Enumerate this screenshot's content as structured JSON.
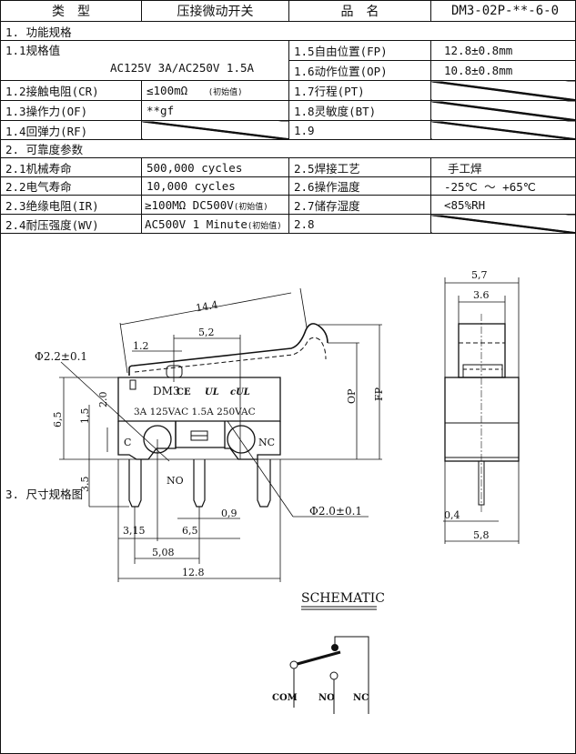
{
  "header": {
    "type_label": "类　型",
    "type_value": "压接微动开关",
    "name_label": "品　名",
    "name_value": "DM3-02P-**-6-0"
  },
  "section1": {
    "title": "1.  功能规格",
    "rating_label": "1.1规格值",
    "rating_value": "AC125V 3A/AC250V 1.5A",
    "fp_label": "1.5自由位置(FP)",
    "fp_value": "12.8±0.8mm",
    "op_label": "1.6动作位置(OP)",
    "op_value": "10.8±0.8mm",
    "cr_label": "1.2接触电阻(CR)",
    "cr_value": "≤100mΩ",
    "cr_note": "(初始值)",
    "pt_label": "1.7行程(PT)",
    "of_label": "1.3操作力(OF)",
    "of_value": "**gf",
    "bt_label": "1.8灵敏度(BT)",
    "rf_label": "1.4回弹力(RF)",
    "item19_label": "1.9"
  },
  "section2": {
    "title": "2.  可靠度参数",
    "mech_label": "2.1机械寿命",
    "mech_value": "500,000 cycles",
    "solder_label": "2.5焊接工艺",
    "solder_value": "手工焊",
    "elec_label": "2.2电气寿命",
    "elec_value": "10,000 cycles",
    "temp_label": "2.6操作温度",
    "temp_value": "-25℃ ～ +65℃",
    "ir_label": "2.3绝缘电阻(IR)",
    "ir_value": "≥100MΩ  DC500V",
    "ir_note": "(初始值)",
    "hum_label": "2.7储存湿度",
    "hum_value": "<85%RH",
    "wv_label": "2.4耐压强度(WV)",
    "wv_value": "AC500V 1 Minute",
    "wv_note": "(初始值)",
    "item28_label": "2.8"
  },
  "section3": {
    "title": "3.  尺寸规格图"
  },
  "drawing": {
    "dim_14_4": "14.4",
    "dim_5_2": "5,2",
    "dim_1_2": "1.2",
    "dim_phi22": "Φ2.2±0.1",
    "dim_6_5": "6,5",
    "dim_1_5": "1,5",
    "dim_2_0": "2.0",
    "dim_3_5": "3.5",
    "op": "OP",
    "fp": "FP",
    "dim_0_9": "0,9",
    "dim_6_5b": "6,5",
    "dim_3_15": "3,15",
    "dim_5_08": "5,08",
    "dim_12_8": "12.8",
    "dim_phi20": "Φ2.0±0.1",
    "model": "DM3",
    "ce": "CE",
    "ul": "UL",
    "cul": "cUL",
    "rating": "3A 125VAC 1.5A 250VAC",
    "c": "C",
    "no": "NO",
    "nc": "NC",
    "side_5_7": "5,7",
    "side_3_6": "3.6",
    "side_0_4": "0,4",
    "side_5_8": "5,8"
  },
  "schematic": {
    "title": "SCHEMATIC",
    "com": "COM",
    "no": "NO",
    "nc": "NC"
  }
}
